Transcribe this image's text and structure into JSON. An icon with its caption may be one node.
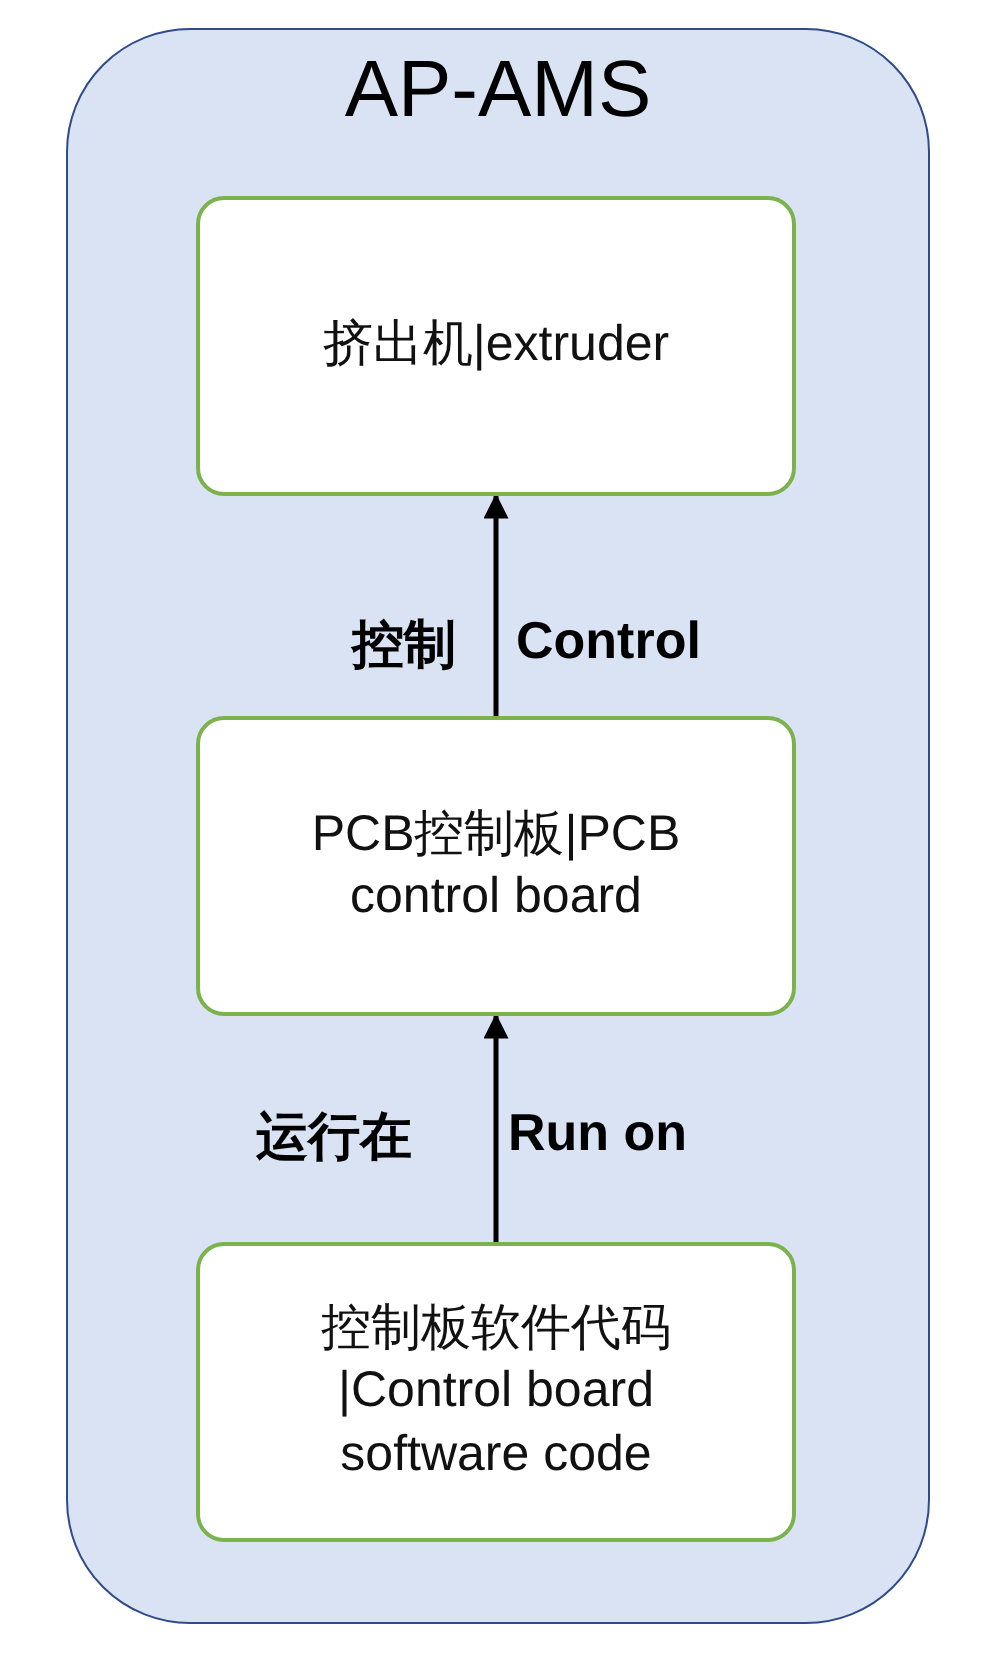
{
  "diagram": {
    "nodes": [
      {
        "text": [
          "AP-AMS"
        ]
      },
      {
        "text": [
          "挤出机|extruder"
        ],
        "in": 0
      },
      {
        "text": [
          "PCB控制板|PCB control board"
        ],
        "in": 0
      },
      {
        "text": [
          "控制板软件代码 |Control board software code"
        ],
        "in": 0
      }
    ],
    "edges": [
      {
        "from": 2,
        "to": 1,
        "arrow": "to"
      },
      {
        "from": 3,
        "to": 2,
        "arrow": "to"
      }
    ],
    "labels": [
      "控制",
      "Control",
      "运行在",
      "Run on"
    ]
  }
}
